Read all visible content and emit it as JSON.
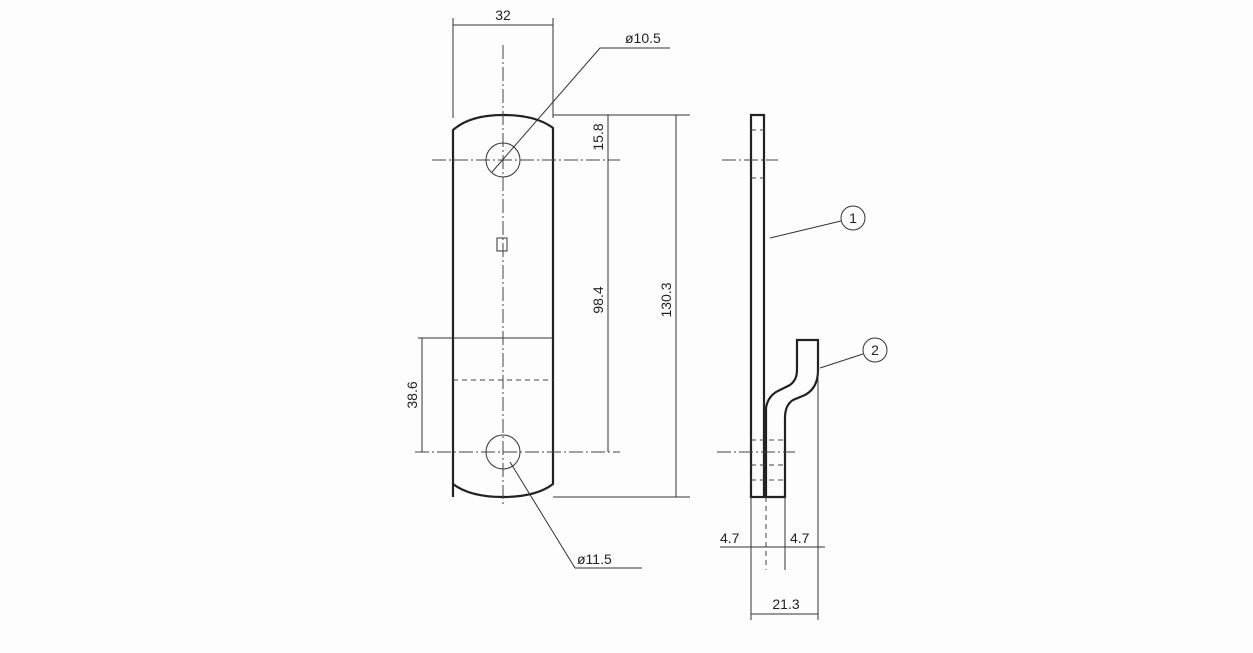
{
  "dimensions": {
    "width": "32",
    "hole_top_diameter": "ø10.5",
    "hole_bottom_diameter": "ø11.5",
    "top_to_hole": "15.8",
    "hole_spacing": "98.4",
    "overall_length": "130.3",
    "lower_section": "38.6",
    "thickness_left": "4.7",
    "thickness_right": "4.7",
    "overall_depth": "21.3"
  },
  "balloons": [
    "1",
    "2"
  ],
  "colors": {
    "line": "#222222",
    "background": "#fdfdfd"
  }
}
